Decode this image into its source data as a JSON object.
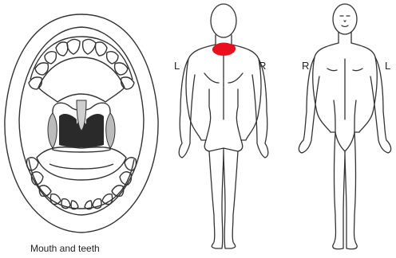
{
  "mouth": {
    "caption": "Mouth and teeth"
  },
  "back_view": {
    "left_label": "L",
    "right_label": "R",
    "highlight_color": "#e8101c"
  },
  "front_view": {
    "left_label": "R",
    "right_label": "L"
  }
}
